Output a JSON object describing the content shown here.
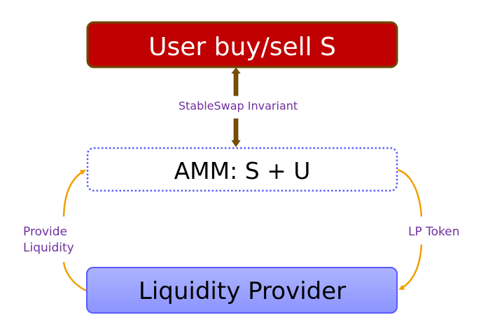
{
  "nodes": {
    "user": {
      "label": "User buy/sell S"
    },
    "amm": {
      "label": "AMM: S + U"
    },
    "provider": {
      "label": "Liquidity Provider"
    }
  },
  "edges": {
    "invariant": {
      "label": "StableSwap Invariant"
    },
    "provide": {
      "label_line1": "Provide",
      "label_line2": "Liquidity"
    },
    "lp_token": {
      "label": "LP Token"
    }
  },
  "colors": {
    "user_fill": "#c00000",
    "user_border": "#6e4a00",
    "amm_border": "#5b5bff",
    "provider_fill_top": "#acb4ff",
    "provider_fill_bottom": "#8c94ff",
    "arc": "#f0a000",
    "label": "#7030a0",
    "double_arrow": "#7a4f00"
  }
}
